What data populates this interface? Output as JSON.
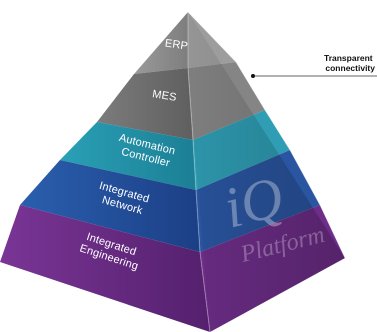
{
  "pyramid": {
    "layers": [
      {
        "lines": [
          "ERP"
        ]
      },
      {
        "lines": [
          "MES"
        ]
      },
      {
        "lines": [
          "Automation",
          "Controller"
        ]
      },
      {
        "lines": [
          "Integrated",
          "Network"
        ]
      },
      {
        "lines": [
          "Integrated",
          "Engineering"
        ]
      }
    ],
    "colors": {
      "erp": "#8a8a8a",
      "mes": "#6f6f6f",
      "automation": "#1f8fa6",
      "network": "#1f4f9a",
      "engineering": "#6a2a83"
    }
  },
  "callout": {
    "line1": "Transparent",
    "line2": "connectivity"
  },
  "brand": {
    "logo": "iQ",
    "subtitle": "Platform"
  }
}
